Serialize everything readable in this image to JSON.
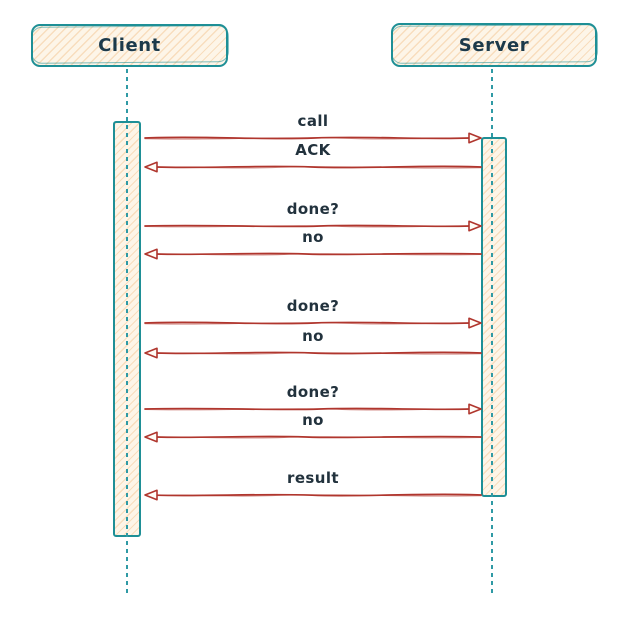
{
  "diagram": {
    "type": "sequence-diagram",
    "style": "hand-drawn",
    "actors": [
      {
        "id": "client",
        "label": "Client"
      },
      {
        "id": "server",
        "label": "Server"
      }
    ],
    "messages": [
      {
        "from": "Client",
        "to": "Server",
        "label": "call",
        "direction": "right"
      },
      {
        "from": "Server",
        "to": "Client",
        "label": "ACK",
        "direction": "left"
      },
      {
        "from": "Client",
        "to": "Server",
        "label": "done?",
        "direction": "right"
      },
      {
        "from": "Server",
        "to": "Client",
        "label": "no",
        "direction": "left"
      },
      {
        "from": "Client",
        "to": "Server",
        "label": "done?",
        "direction": "right"
      },
      {
        "from": "Server",
        "to": "Client",
        "label": "no",
        "direction": "left"
      },
      {
        "from": "Client",
        "to": "Server",
        "label": "done?",
        "direction": "right"
      },
      {
        "from": "Server",
        "to": "Client",
        "label": "no",
        "direction": "left"
      },
      {
        "from": "Server",
        "to": "Client",
        "label": "result",
        "direction": "left"
      }
    ],
    "activations": [
      {
        "actor": "Client"
      },
      {
        "actor": "Server"
      }
    ],
    "colors": {
      "actor_border": "#1e8f96",
      "actor_fill": "#fdf5e8",
      "hatch": "#ebaa5a",
      "lifeline": "#2f9aa5",
      "arrow": "#b0362e",
      "text": "#1c3a4b",
      "background": "#ffffff"
    }
  }
}
